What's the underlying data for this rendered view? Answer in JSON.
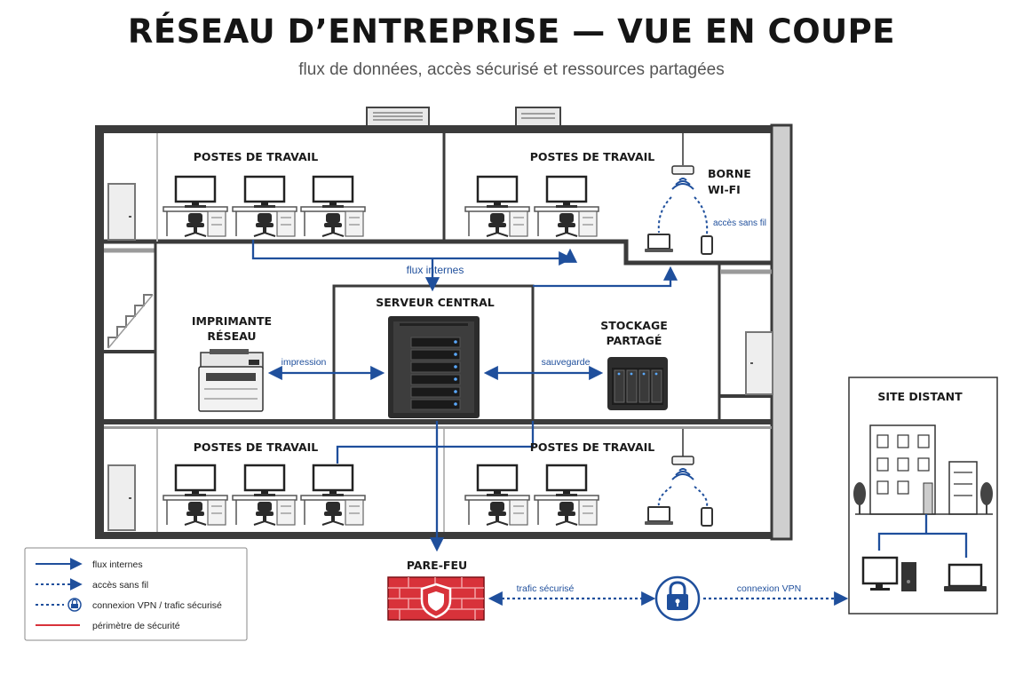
{
  "header": {
    "title": "RÉSEAU D’ENTREPRISE — VUE EN COUPE",
    "subtitle": "flux de données, accès sécurisé et ressources partagées"
  },
  "rooms": {
    "top_left": "POSTES DE TRAVAIL",
    "top_right": "POSTES DE TRAVAIL",
    "bottom_left": "POSTES DE TRAVAIL",
    "bottom_right": "POSTES DE TRAVAIL"
  },
  "nodes": {
    "wifi_line1": "BORNE",
    "wifi_line2": "WI-FI",
    "printer_line1": "IMPRIMANTE",
    "printer_line2": "RÉSEAU",
    "server": "SERVEUR CENTRAL",
    "storage_line1": "STOCKAGE",
    "storage_line2": "PARTAGÉ",
    "firewall": "PARE-FEU",
    "remote": "SITE DISTANT"
  },
  "flows": {
    "wireless": "accès sans fil",
    "internal": "flux internes",
    "printing": "impression",
    "backup": "sauvegarde",
    "secure": "trafic sécurisé",
    "vpn": "connexion VPN"
  },
  "legend": {
    "internal": "flux internes",
    "wireless": "accès sans fil",
    "vpn": "connexion VPN / trafic sécurisé",
    "perimeter": "périmètre de sécurité"
  },
  "colors": {
    "blue": "#1f4f9c",
    "wall": "#3a3a3a",
    "brick": "#d8323a"
  }
}
